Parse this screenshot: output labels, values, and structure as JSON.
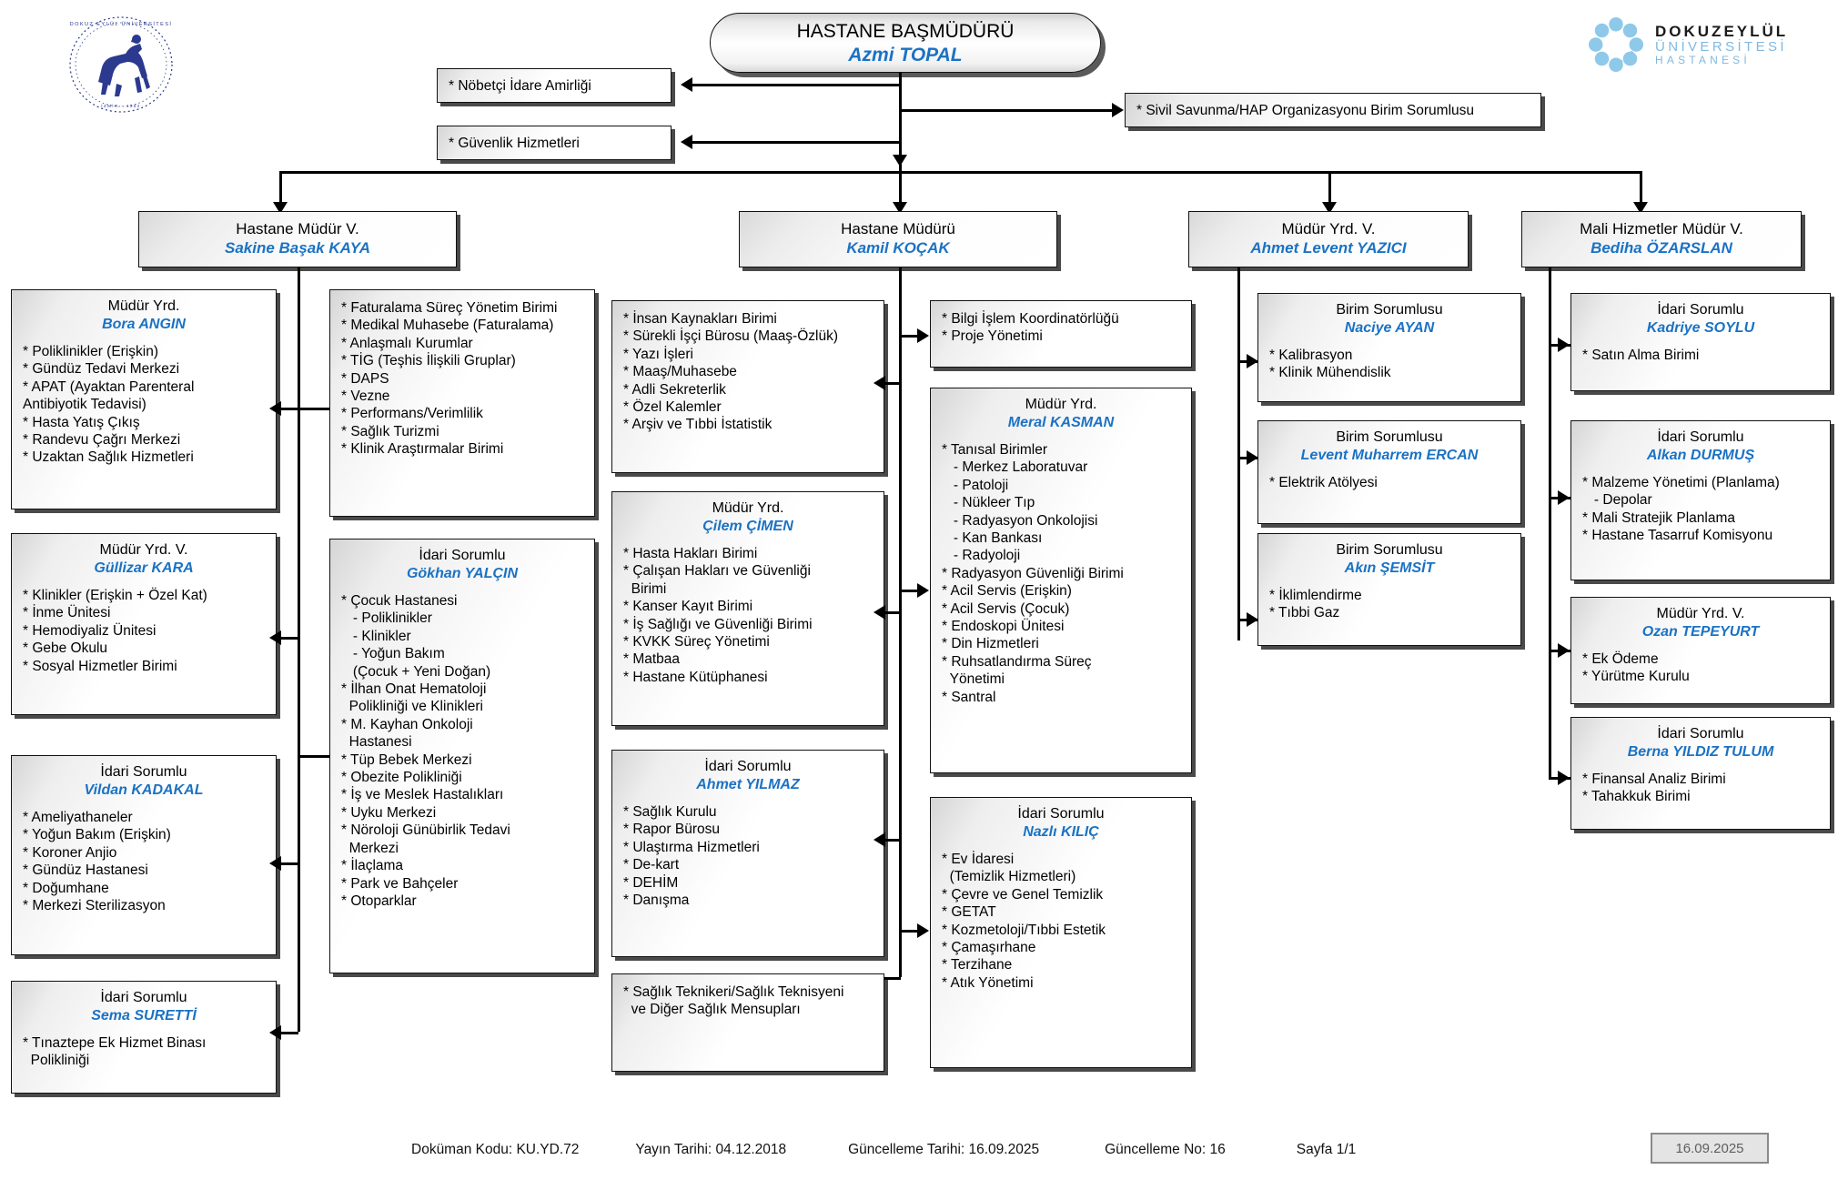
{
  "meta": {
    "logo_left_name": "dokuz-eylul-university-crest",
    "logo_right_line1": "DOKUZEYLÜL",
    "logo_right_line2": "ÜNİVERSİTESİ",
    "logo_right_line3": "HASTANESİ",
    "accent_color": "#1b72c4"
  },
  "root": {
    "title": "HASTANE BAŞMÜDÜRÜ",
    "name": "Azmi TOPAL"
  },
  "staff_boxes": [
    {
      "text": "* Nöbetçi İdare Amirliği"
    },
    {
      "text": "* Güvenlik Hizmetleri"
    },
    {
      "text": "* Sivil Savunma/HAP Organizasyonu Birim Sorumlusu"
    }
  ],
  "columns": [
    {
      "head": {
        "title": "Hastane Müdür V.",
        "name": "Sakine Başak KAYA"
      },
      "left_stack": [
        {
          "title": "Müdür Yrd.",
          "name": "Bora ANGIN",
          "items": "* Poliklinikler (Erişkin)\n* Gündüz Tedavi Merkezi\n* APAT (Ayaktan Parenteral\nAntibiyotik Tedavisi)\n* Hasta Yatış Çıkış\n* Randevu Çağrı Merkezi\n* Uzaktan Sağlık Hizmetleri"
        },
        {
          "title": "Müdür Yrd. V.",
          "name": "Güllizar KARA",
          "items": "* Klinikler (Erişkin + Özel Kat)\n* İnme Ünitesi\n* Hemodiyaliz Ünitesi\n* Gebe Okulu\n* Sosyal Hizmetler Birimi"
        },
        {
          "title": "İdari Sorumlu",
          "name": "Vildan KADAKAL",
          "items": "* Ameliyathaneler\n* Yoğun Bakım (Erişkin)\n* Koroner Anjio\n* Gündüz Hastanesi\n* Doğumhane\n* Merkezi Sterilizasyon"
        },
        {
          "title": "İdari Sorumlu",
          "name": "Sema SURETTİ",
          "items": "* Tınaztepe Ek Hizmet Binası\n  Polikliniği"
        }
      ],
      "right_stack": [
        {
          "title": "",
          "name": "",
          "items": "* Faturalama Süreç Yönetim Birimi\n* Medikal Muhasebe (Faturalama)\n* Anlaşmalı Kurumlar\n* TİG (Teşhis İlişkili Gruplar)\n* DAPS\n* Vezne\n* Performans/Verimlilik\n* Sağlık Turizmi\n* Klinik Araştırmalar Birimi"
        },
        {
          "title": "İdari Sorumlu",
          "name": "Gökhan YALÇIN",
          "items": "* Çocuk Hastanesi\n   - Poliklinikler\n   - Klinikler\n   - Yoğun Bakım\n   (Çocuk + Yeni Doğan)\n* İlhan Onat Hematoloji\n  Polikliniği ve Klinikleri\n* M. Kayhan Onkoloji\n  Hastanesi\n* Tüp Bebek Merkezi\n* Obezite Polikliniği\n* İş ve Meslek Hastalıkları\n* Uyku Merkezi\n* Nöroloji Günübirlik Tedavi\n  Merkezi\n* İlaçlama\n* Park ve Bahçeler\n* Otoparklar"
        }
      ]
    },
    {
      "head": {
        "title": "Hastane Müdürü",
        "name": "Kamil KOÇAK"
      },
      "left_stack": [
        {
          "title": "",
          "name": "",
          "items": "* İnsan Kaynakları Birimi\n* Sürekli İşçi Bürosu (Maaş-Özlük)\n* Yazı İşleri\n* Maaş/Muhasebe\n* Adli Sekreterlik\n* Özel Kalemler\n* Arşiv ve Tıbbi İstatistik"
        },
        {
          "title": "Müdür Yrd.",
          "name": "Çilem ÇİMEN",
          "items": "* Hasta Hakları Birimi\n* Çalışan Hakları ve Güvenliği\n  Birimi\n* Kanser Kayıt Birimi\n* İş Sağlığı ve Güvenliği Birimi\n* KVKK Süreç Yönetimi\n* Matbaa\n* Hastane Kütüphanesi"
        },
        {
          "title": "İdari Sorumlu",
          "name": "Ahmet YILMAZ",
          "items": "* Sağlık Kurulu\n* Rapor Bürosu\n* Ulaştırma Hizmetleri\n* De-kart\n* DEHİM\n* Danışma"
        },
        {
          "title": "",
          "name": "",
          "items": "* Sağlık Teknikeri/Sağlık Teknisyeni\n  ve Diğer Sağlık Mensupları"
        }
      ],
      "right_stack": [
        {
          "title": "",
          "name": "",
          "items": "* Bilgi İşlem Koordinatörlüğü\n* Proje Yönetimi"
        },
        {
          "title": "Müdür Yrd.",
          "name": "Meral KASMAN",
          "items": "* Tanısal Birimler\n   - Merkez Laboratuvar\n   - Patoloji\n   - Nükleer Tıp\n   - Radyasyon Onkolojisi\n   - Kan Bankası\n   - Radyoloji\n* Radyasyon Güvenliği Birimi\n* Acil Servis (Erişkin)\n* Acil Servis (Çocuk)\n* Endoskopi Ünitesi\n* Din Hizmetleri\n* Ruhsatlandırma Süreç\n  Yönetimi\n* Santral"
        },
        {
          "title": "İdari Sorumlu",
          "name": "Nazlı KILIÇ",
          "items": "* Ev İdaresi\n  (Temizlik Hizmetleri)\n* Çevre ve Genel Temizlik\n* GETAT\n* Kozmetoloji/Tıbbi Estetik\n* Çamaşırhane\n* Terzihane\n* Atık Yönetimi"
        }
      ]
    },
    {
      "head": {
        "title": "Müdür Yrd. V.",
        "name": "Ahmet Levent YAZICI"
      },
      "left_stack": [],
      "right_stack": [
        {
          "title": "Birim Sorumlusu",
          "name": "Naciye AYAN",
          "items": "* Kalibrasyon\n* Klinik Mühendislik"
        },
        {
          "title": "Birim Sorumlusu",
          "name": "Levent Muharrem ERCAN",
          "items": "* Elektrik Atölyesi"
        },
        {
          "title": "Birim Sorumlusu",
          "name": "Akın ŞEMSİT",
          "items": "* İklimlendirme\n* Tıbbi Gaz"
        }
      ]
    },
    {
      "head": {
        "title": "Mali Hizmetler Müdür V.",
        "name": "Bediha ÖZARSLAN"
      },
      "left_stack": [],
      "right_stack": [
        {
          "title": "İdari Sorumlu",
          "name": "Kadriye SOYLU",
          "items": "* Satın Alma Birimi"
        },
        {
          "title": "İdari Sorumlu",
          "name": "Alkan DURMUŞ",
          "items": "* Malzeme Yönetimi (Planlama)\n   - Depolar\n* Mali Stratejik Planlama\n* Hastane Tasarruf Komisyonu"
        },
        {
          "title": "Müdür Yrd. V.",
          "name": "Ozan TEPEYURT",
          "items": "* Ek Ödeme\n* Yürütme Kurulu"
        },
        {
          "title": "İdari Sorumlu",
          "name": "Berna YILDIZ TULUM",
          "items": "* Finansal Analiz Birimi\n* Tahakkuk Birimi"
        }
      ]
    }
  ],
  "footer": {
    "doc_code": "Doküman Kodu: KU.YD.72",
    "publish_date": "Yayın Tarihi: 04.12.2018",
    "update_date": "Güncelleme Tarihi: 16.09.2025",
    "update_no": "Güncelleme No: 16",
    "page": "Sayfa 1/1",
    "badge_date": "16.09.2025"
  }
}
